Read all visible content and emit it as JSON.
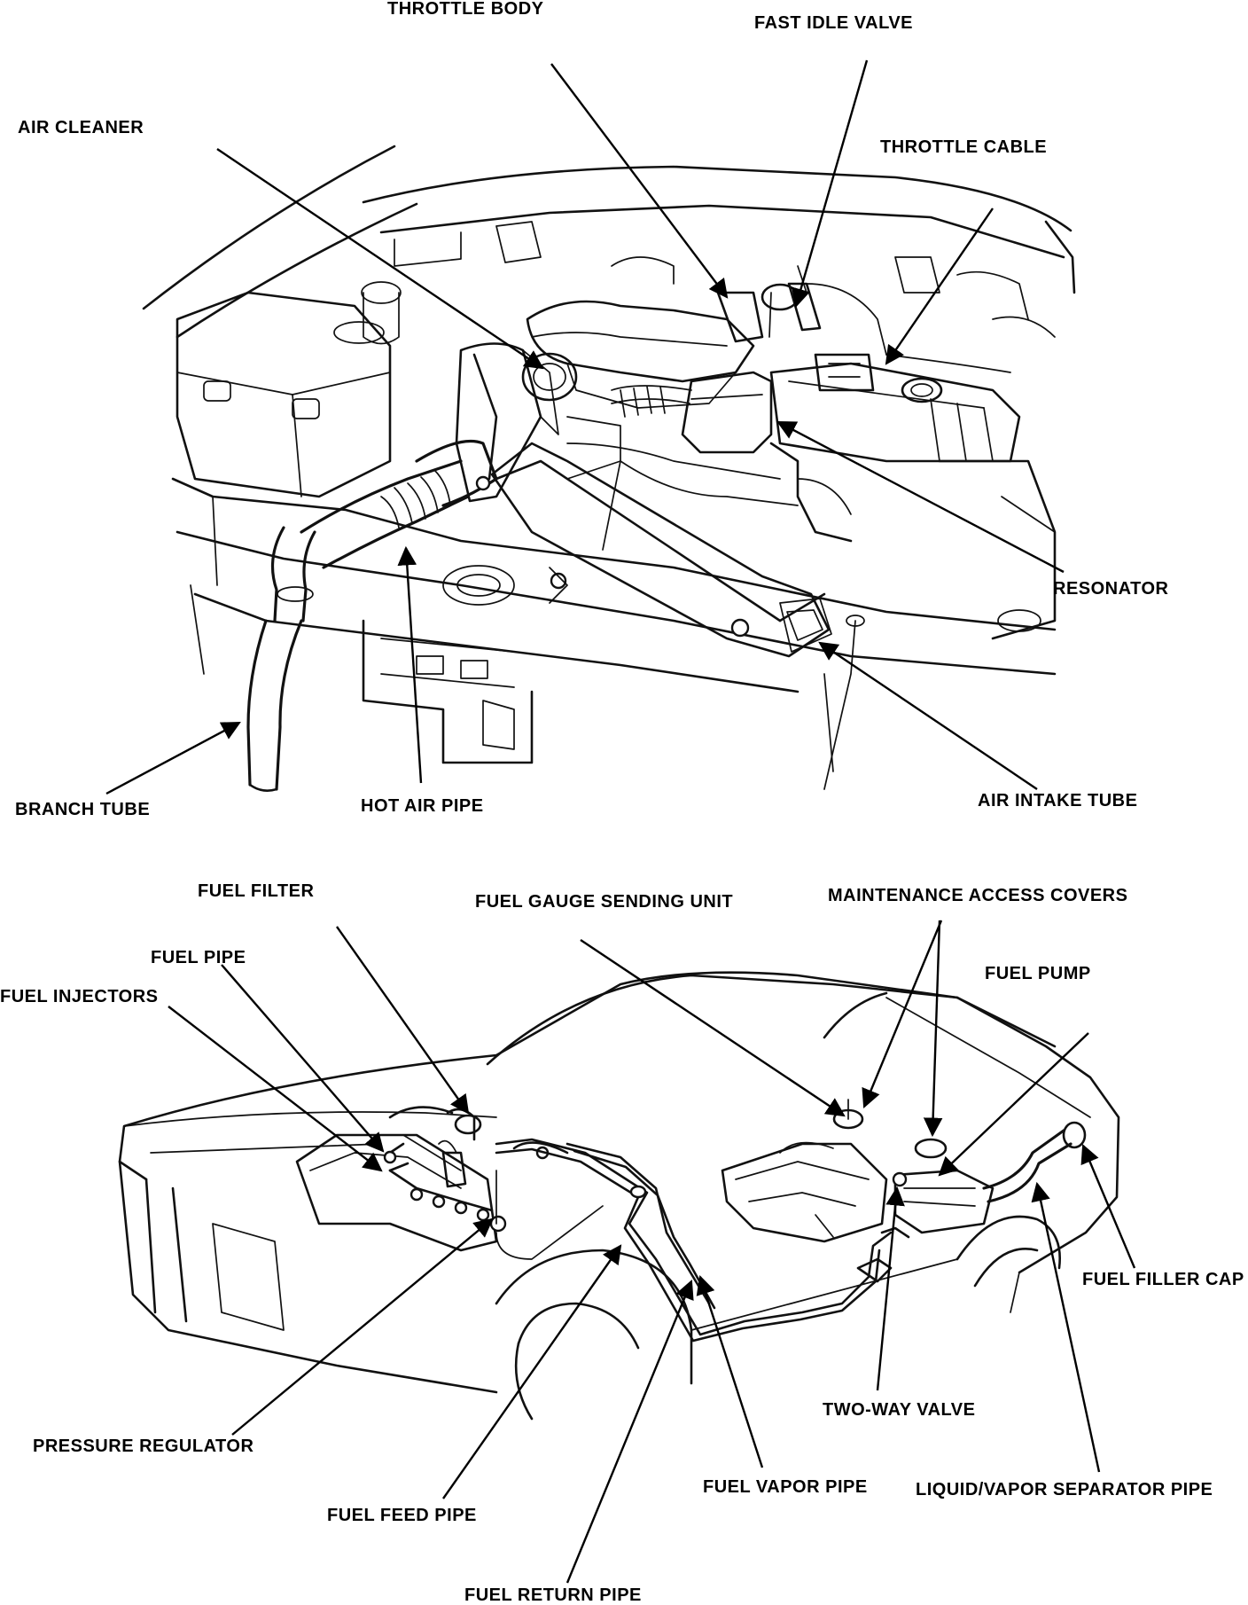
{
  "top_diagram": {
    "labels": {
      "throttle_body": "THROTTLE BODY",
      "fast_idle_valve": "FAST IDLE VALVE",
      "air_cleaner": "AIR CLEANER",
      "throttle_cable": "THROTTLE CABLE",
      "resonator": "RESONATOR",
      "branch_tube": "BRANCH TUBE",
      "hot_air_pipe": "HOT AIR PIPE",
      "air_intake_tube": "AIR INTAKE TUBE"
    }
  },
  "bottom_diagram": {
    "labels": {
      "fuel_filter": "FUEL FILTER",
      "fuel_gauge_sending_unit": "FUEL GAUGE SENDING UNIT",
      "maintenance_access_covers": "MAINTENANCE ACCESS COVERS",
      "fuel_pipe": "FUEL PIPE",
      "fuel_pump": "FUEL PUMP",
      "fuel_injectors": "FUEL INJECTORS",
      "fuel_filler_cap": "FUEL FILLER CAP",
      "two_way_valve": "TWO-WAY VALVE",
      "pressure_regulator": "PRESSURE REGULATOR",
      "fuel_vapor_pipe": "FUEL VAPOR PIPE",
      "liquid_vapor_separator_pipe": "LIQUID/VAPOR SEPARATOR PIPE",
      "fuel_feed_pipe": "FUEL FEED PIPE",
      "fuel_return_pipe": "FUEL RETURN PIPE"
    }
  }
}
